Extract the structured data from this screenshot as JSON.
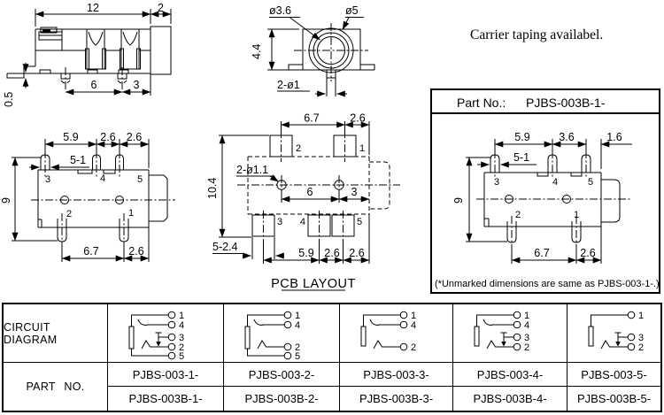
{
  "notes": {
    "carrier": "Carrier taping availabel."
  },
  "side_view": {
    "d12": "12",
    "d2": "2",
    "d6": "6",
    "d3": "3",
    "d05": "0.5"
  },
  "end_view": {
    "dia_inner": "ø3.6",
    "dia_outer": "ø5",
    "d44": "4.4",
    "d2d1": "2-ø1"
  },
  "top_view": {
    "d59": "5.9",
    "d26a": "2.6",
    "d26b": "2.6",
    "callout": "5-1",
    "d9": "9",
    "d67": "6.7",
    "d26c": "2.6",
    "pins": {
      "p3": "3",
      "p4": "4",
      "p5": "5",
      "p2": "2",
      "p1": "1"
    }
  },
  "pcb_layout": {
    "title": "PCB LAYOUT",
    "d67": "6.7",
    "d26a": "2.6",
    "d104": "10.4",
    "holes": "2-ø1.1",
    "d6": "6",
    "d3": "3",
    "callout": "5-2.4",
    "d59": "5.9",
    "d26b": "2.6",
    "d26c": "2.6",
    "pads": {
      "p2": "2",
      "p1": "1",
      "p3": "3",
      "p4": "4",
      "p5": "5"
    }
  },
  "part_box": {
    "label": "Part No.:",
    "part_no": "PJBS-003B-1-",
    "note": "(*Unmarked dimensions are same as PJBS-003-1-.)",
    "view": {
      "d59": "5.9",
      "d36": "3.6",
      "d16": "1.6",
      "callout": "5-1",
      "d9": "9",
      "d67": "6.7",
      "d26": "2.6",
      "pins": {
        "p3": "3",
        "p4": "4",
        "p5": "5",
        "p2": "2",
        "p1": "1"
      }
    }
  },
  "table": {
    "circuit_header": "CIRCUIT DIAGRAM",
    "part_header": "PART NO.",
    "columns": [
      {
        "terminals": [
          "1",
          "4",
          "3",
          "2",
          "5"
        ],
        "part_no": "PJBS-003-1-",
        "part_no_b": "PJBS-003B-1-"
      },
      {
        "terminals": [
          "1",
          "4",
          "2",
          "5"
        ],
        "part_no": "PJBS-003-2-",
        "part_no_b": "PJBS-003B-2-"
      },
      {
        "terminals": [
          "1",
          "4",
          "2"
        ],
        "part_no": "PJBS-003-3-",
        "part_no_b": "PJBS-003B-3-"
      },
      {
        "terminals": [
          "1",
          "4",
          "3",
          "2"
        ],
        "part_no": "PJBS-003-4-",
        "part_no_b": "PJBS-003B-4-"
      },
      {
        "terminals": [
          "1",
          "3",
          "2"
        ],
        "part_no": "PJBS-003-5-",
        "part_no_b": "PJBS-003B-5-"
      }
    ]
  }
}
